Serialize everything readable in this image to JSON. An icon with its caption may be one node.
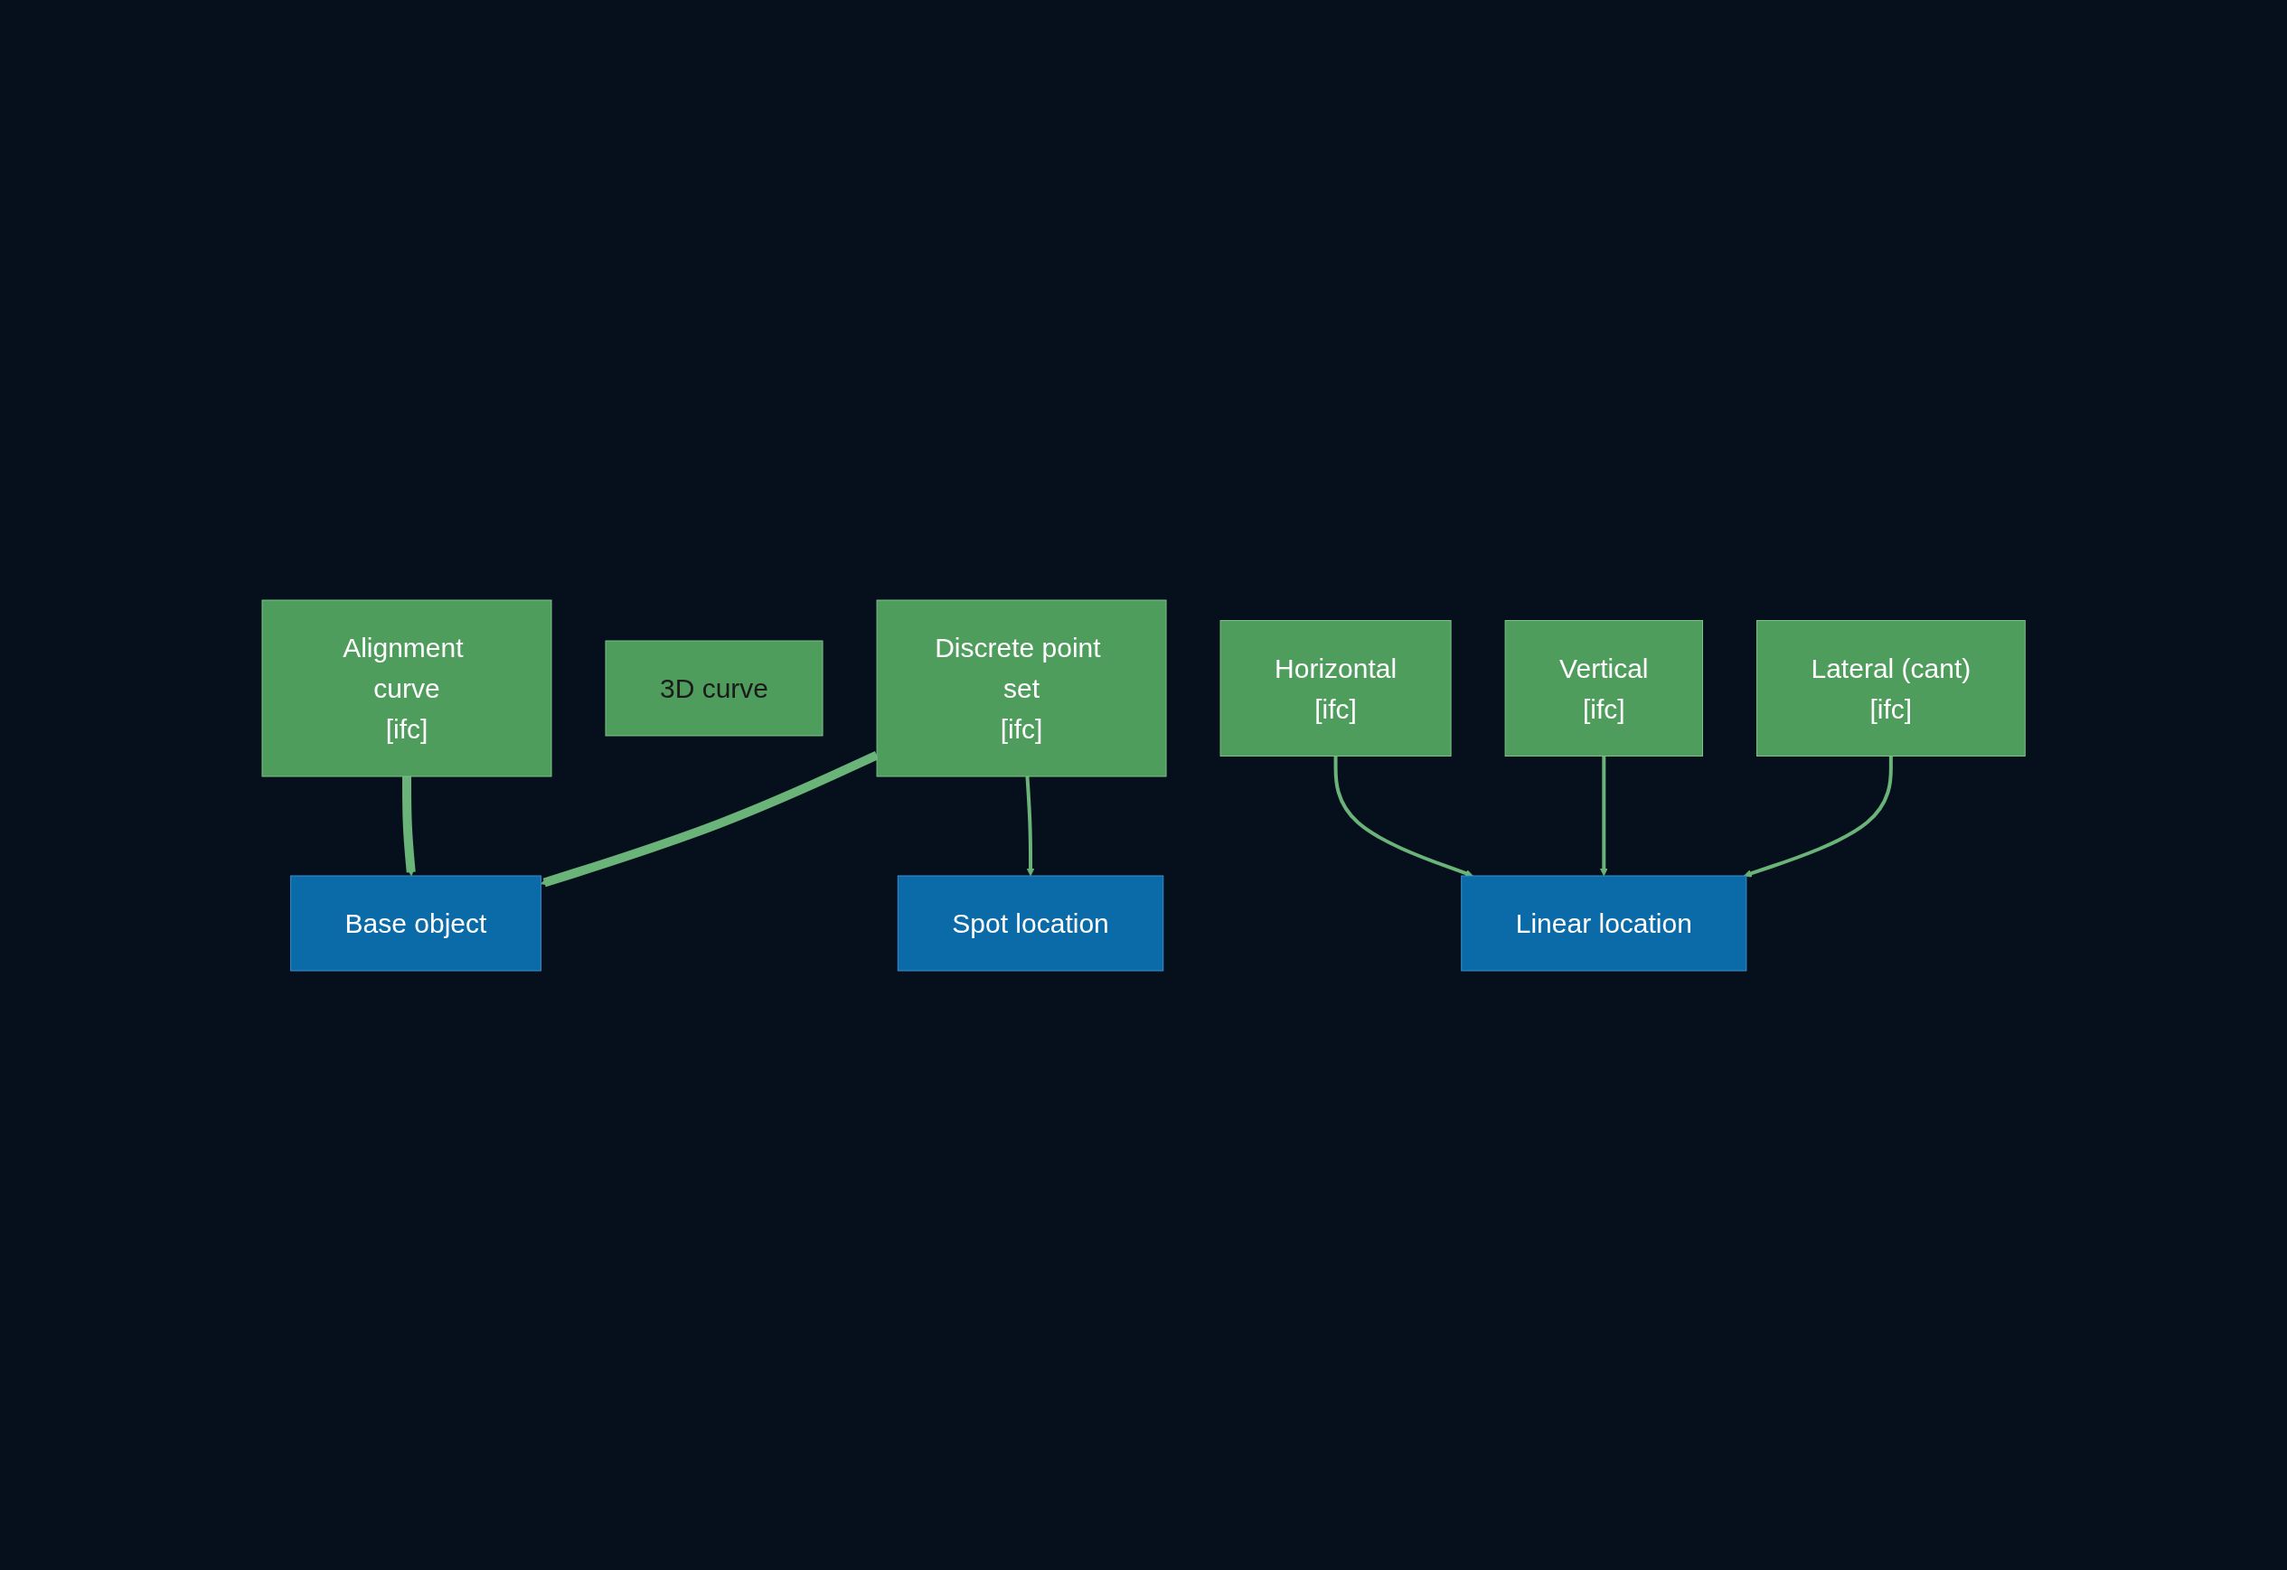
{
  "diagram": {
    "nodes": [
      {
        "text": [
          "Base object"
        ]
      },
      {
        "text": [
          "Alignment curve",
          "[ifc]"
        ]
      },
      {
        "text": [
          "3D curve"
        ]
      },
      {
        "text": [
          "Discrete point set",
          "[ifc]"
        ]
      },
      {
        "text": [
          "Horizontal",
          "[ifc]"
        ]
      },
      {
        "text": [
          "Vertical",
          "[ifc]"
        ]
      },
      {
        "text": [
          "Lateral (cant)",
          "[ifc]"
        ]
      },
      {
        "text": [
          "Linear location"
        ]
      },
      {
        "text": [
          "Spot location"
        ]
      }
    ],
    "edges": [
      {
        "from": 1,
        "to": 0,
        "arrow": "to",
        "style": "thick"
      },
      {
        "from": 3,
        "to": 0,
        "arrow": "to",
        "style": "thick"
      },
      {
        "from": 4,
        "to": 7,
        "arrow": "to"
      },
      {
        "from": 5,
        "to": 7,
        "arrow": "to"
      },
      {
        "from": 6,
        "to": 7,
        "arrow": "to"
      },
      {
        "from": 3,
        "to": 8,
        "arrow": "to"
      }
    ]
  }
}
